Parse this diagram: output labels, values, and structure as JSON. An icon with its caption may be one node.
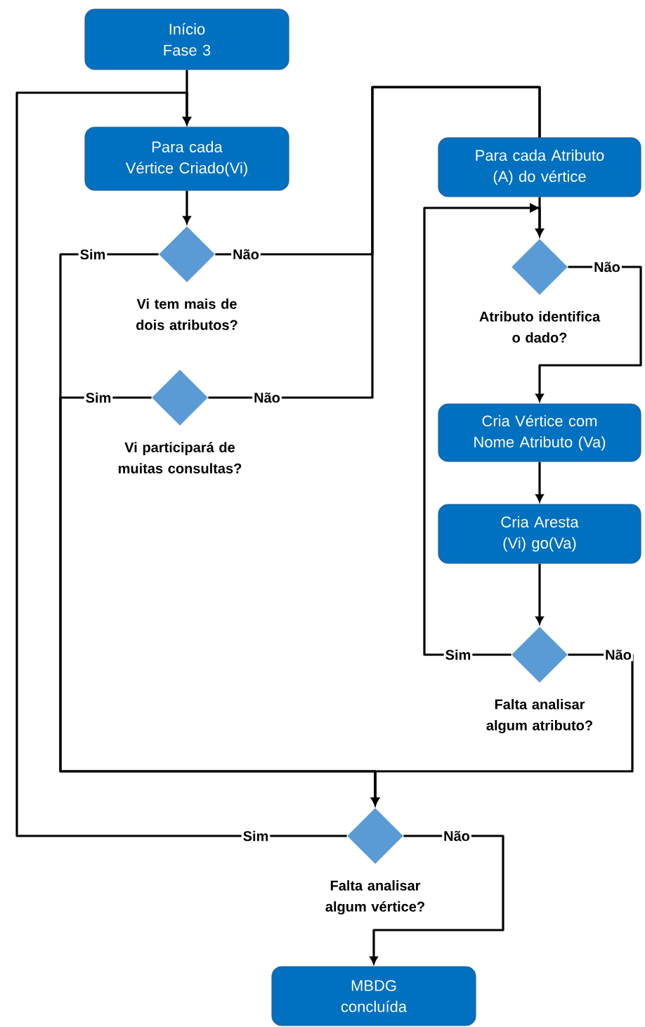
{
  "diagram": {
    "nodes": [
      {
        "text": [
          "Início Fase 3"
        ]
      },
      {
        "text": [
          "Para cada Vértice Criado(Vi)"
        ]
      },
      {
        "text": [
          "Vi tem mais de dois atributos?"
        ]
      },
      {
        "text": [
          "Vi participará de muitas consultas?"
        ]
      },
      {
        "text": [
          "Para cada Atributo (A) do vértice"
        ]
      },
      {
        "text": [
          "Atributo identifica o dado?"
        ]
      },
      {
        "text": [
          "Cria Vértice com Nome Atributo (Va)"
        ]
      },
      {
        "text": [
          "Cria Aresta (Vi) go(Va)"
        ]
      },
      {
        "text": [
          "Falta analisar algum atributo?"
        ]
      },
      {
        "text": [
          "Falta analisar algum vértice?"
        ]
      },
      {
        "text": [
          "MBDG concluída"
        ]
      }
    ],
    "edges": [
      {
        "from": 0,
        "to": 1,
        "arrow": "to"
      },
      {
        "from": 1,
        "to": 2,
        "arrow": "to"
      },
      {
        "from": 2,
        "to": 4,
        "arrow": "none",
        "label": "Não"
      },
      {
        "from": 3,
        "to": 4,
        "arrow": "none",
        "label": "Não"
      },
      {
        "from": 2,
        "to": 9,
        "arrow": "to",
        "label": "Sim"
      },
      {
        "from": 3,
        "to": 9,
        "arrow": "to",
        "label": "Sim"
      },
      {
        "from": 4,
        "to": 5,
        "arrow": "to"
      },
      {
        "from": 5,
        "to": 6,
        "arrow": "to",
        "label": "Não"
      },
      {
        "from": 6,
        "to": 7,
        "arrow": "to"
      },
      {
        "from": 7,
        "to": 8,
        "arrow": "to"
      },
      {
        "from": 8,
        "to": 5,
        "arrow": "to",
        "label": "Sim"
      },
      {
        "from": 8,
        "to": 9,
        "arrow": "to",
        "label": "Não"
      },
      {
        "from": 9,
        "to": 1,
        "arrow": "to",
        "label": "Sim"
      },
      {
        "from": 9,
        "to": 10,
        "arrow": "to",
        "label": "Não"
      }
    ]
  }
}
